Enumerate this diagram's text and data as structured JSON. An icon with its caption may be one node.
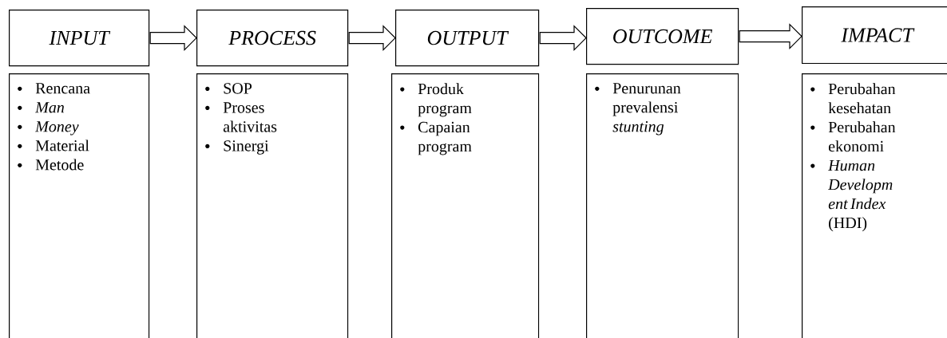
{
  "diagram": {
    "nodes": [
      {
        "text": [
          "INPUT"
        ]
      },
      {
        "text": [
          "PROCESS"
        ]
      },
      {
        "text": [
          "OUTPUT"
        ]
      },
      {
        "text": [
          "OUTCOME"
        ]
      },
      {
        "text": [
          "IMPACT"
        ]
      },
      {
        "text": [
          "Rencana",
          "*Man*",
          "*Money*",
          "Material",
          "Metode"
        ]
      },
      {
        "text": [
          "SOP",
          "Proses aktivitas",
          "Sinergi"
        ]
      },
      {
        "text": [
          "Produk program",
          "Capaian program"
        ]
      },
      {
        "text": [
          "Penurunan prevalensi *stunting*"
        ]
      },
      {
        "text": [
          "Perubahan kesehatan",
          "Perubahan ekonomi",
          "*Human Developm ent Index* (HDI)"
        ]
      }
    ],
    "edges": [
      {
        "from": 0,
        "to": 1,
        "arrow": "to"
      },
      {
        "from": 1,
        "to": 2,
        "arrow": "to"
      },
      {
        "from": 2,
        "to": 3,
        "arrow": "to"
      },
      {
        "from": 3,
        "to": 4,
        "arrow": "to"
      }
    ]
  }
}
